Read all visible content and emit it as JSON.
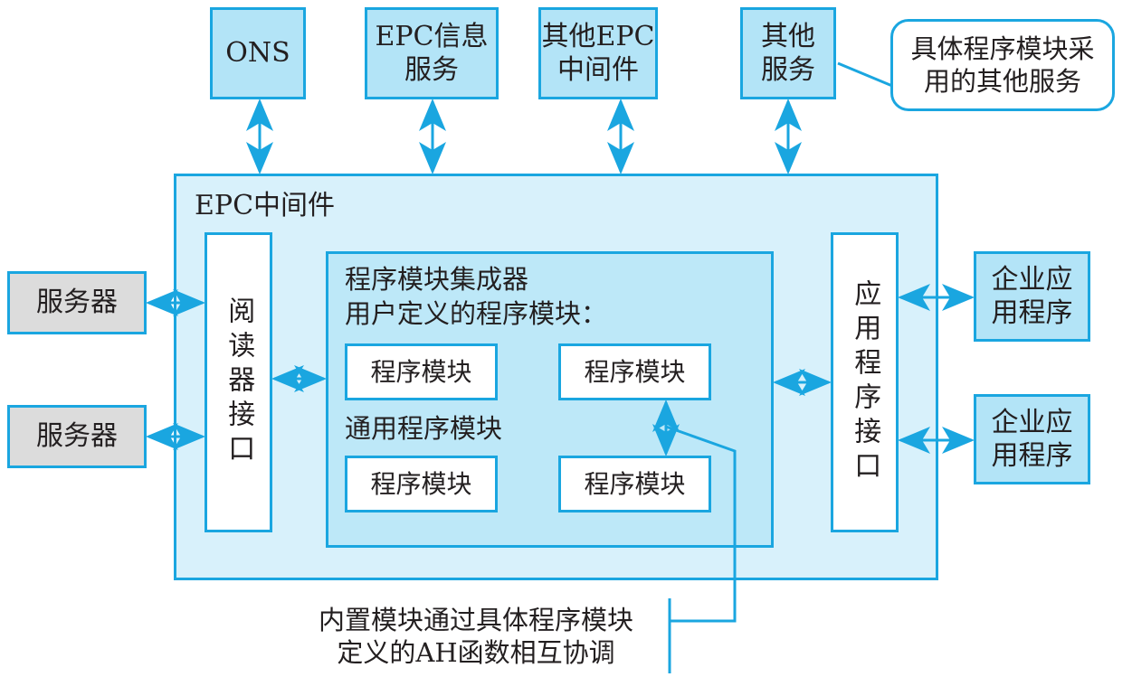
{
  "top_services": [
    {
      "label": "ONS"
    },
    {
      "label": "EPC信息\n服务"
    },
    {
      "label": "其他EPC\n中间件"
    },
    {
      "label": "其他\n服务"
    }
  ],
  "callout": {
    "text": "具体程序模块采\n用的其他服务"
  },
  "middleware": {
    "title": "EPC中间件",
    "reader_interface": "阅读器接口",
    "app_interface": "应用程序接口",
    "integrator": {
      "title": "程序模块集成器",
      "user_defined_label": "用户定义的程序模块：",
      "generic_label": "通用程序模块",
      "modules": [
        "程序模块",
        "程序模块",
        "程序模块",
        "程序模块"
      ]
    }
  },
  "servers": [
    "服务器",
    "服务器"
  ],
  "enterprise_apps": [
    "企业应\n用程序",
    "企业应\n用程序"
  ],
  "annotation": "内置模块通过具体程序模块\n定义的AH函数相互协调",
  "colors": {
    "stroke": "#1aa6e0",
    "service_fill": "#b3e4f7",
    "server_fill": "#dcdcdc",
    "middleware_fill": "#d8f1fb"
  }
}
